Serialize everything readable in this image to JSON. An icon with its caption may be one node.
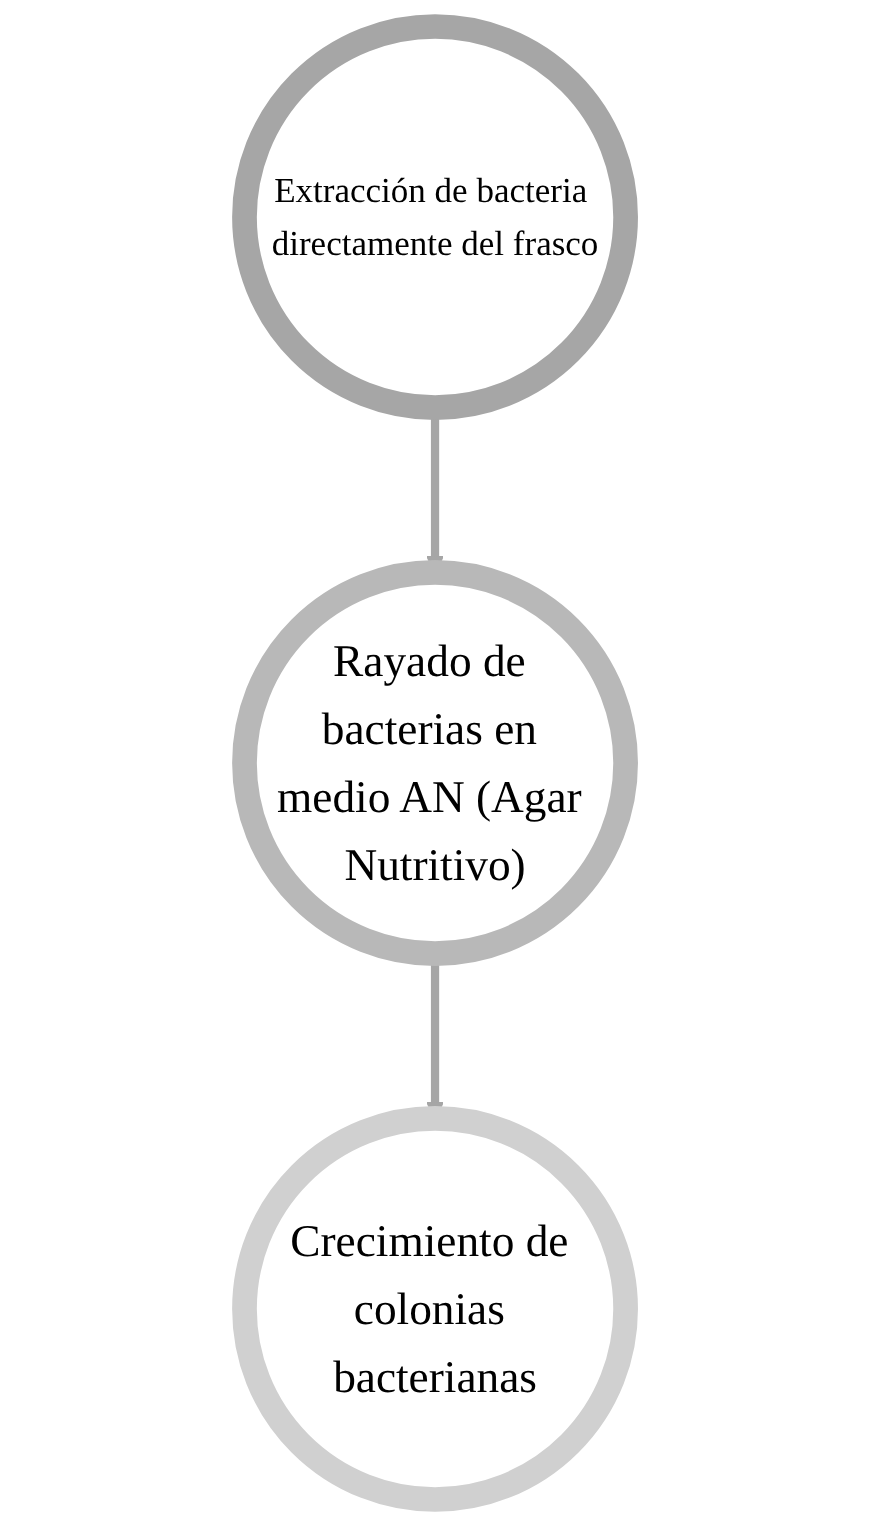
{
  "diagram": {
    "nodes": [
      {
        "text": [
          "Extracción de bacteria directamente del frasco"
        ]
      },
      {
        "text": [
          "Rayado de bacterias en medio AN (Agar Nutritivo)"
        ]
      },
      {
        "text": [
          "Crecimiento de colonias bacterianas"
        ]
      }
    ],
    "edges": [
      {
        "from": 0,
        "to": 1,
        "arrow": "to"
      },
      {
        "from": 1,
        "to": 2,
        "arrow": "to"
      }
    ]
  }
}
